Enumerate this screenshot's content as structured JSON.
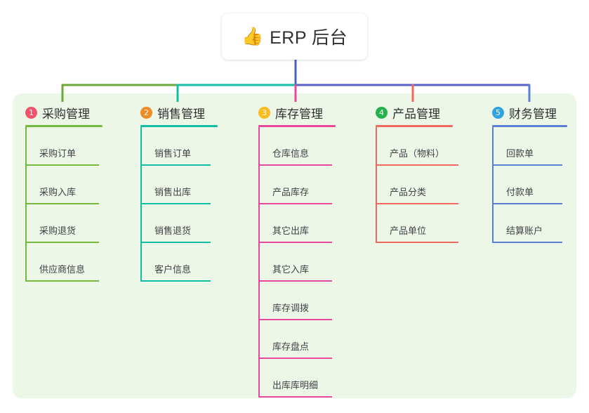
{
  "root": {
    "emoji": "👍",
    "emoji_name": "thumbs-up-icon",
    "title": "ERP 后台"
  },
  "theme": {
    "page_background": "#ffffff",
    "panel_background": "#edf7e7",
    "card_background": "#ffffff",
    "text_primary": "#2f2f33",
    "text_leaf": "#414147",
    "root_stem": "#4f5fc0"
  },
  "bus": {
    "segments": [
      {
        "name": "bus-segment-green",
        "color": "#6aa938"
      },
      {
        "name": "bus-segment-teal",
        "color": "#12bfa5"
      },
      {
        "name": "bus-segment-blue",
        "color": "#5661c8"
      }
    ]
  },
  "columns": [
    {
      "index": "1",
      "badge_color": "#f2536a",
      "accent": "#76b83c",
      "title": "采购管理",
      "items": [
        "采购订单",
        "采购入库",
        "采购退货",
        "供应商信息"
      ]
    },
    {
      "index": "2",
      "badge_color": "#f08a24",
      "accent": "#12bfa5",
      "title": "销售管理",
      "items": [
        "销售订单",
        "销售出库",
        "销售退货",
        "客户信息"
      ]
    },
    {
      "index": "3",
      "badge_color": "#fbbc21",
      "accent": "#e8479c",
      "title": "库存管理",
      "items": [
        "仓库信息",
        "产品库存",
        "其它出库",
        "其它入库",
        "库存调拨",
        "库存盘点",
        "出库库明细"
      ]
    },
    {
      "index": "4",
      "badge_color": "#26b24b",
      "accent": "#f4695f",
      "title": "产品管理",
      "items": [
        "产品（物料）",
        "产品分类",
        "产品单位"
      ]
    },
    {
      "index": "5",
      "badge_color": "#30a2e0",
      "accent": "#5b7fd4",
      "title": "财务管理",
      "items": [
        "回款单",
        "付款单",
        "结算账户"
      ]
    }
  ]
}
